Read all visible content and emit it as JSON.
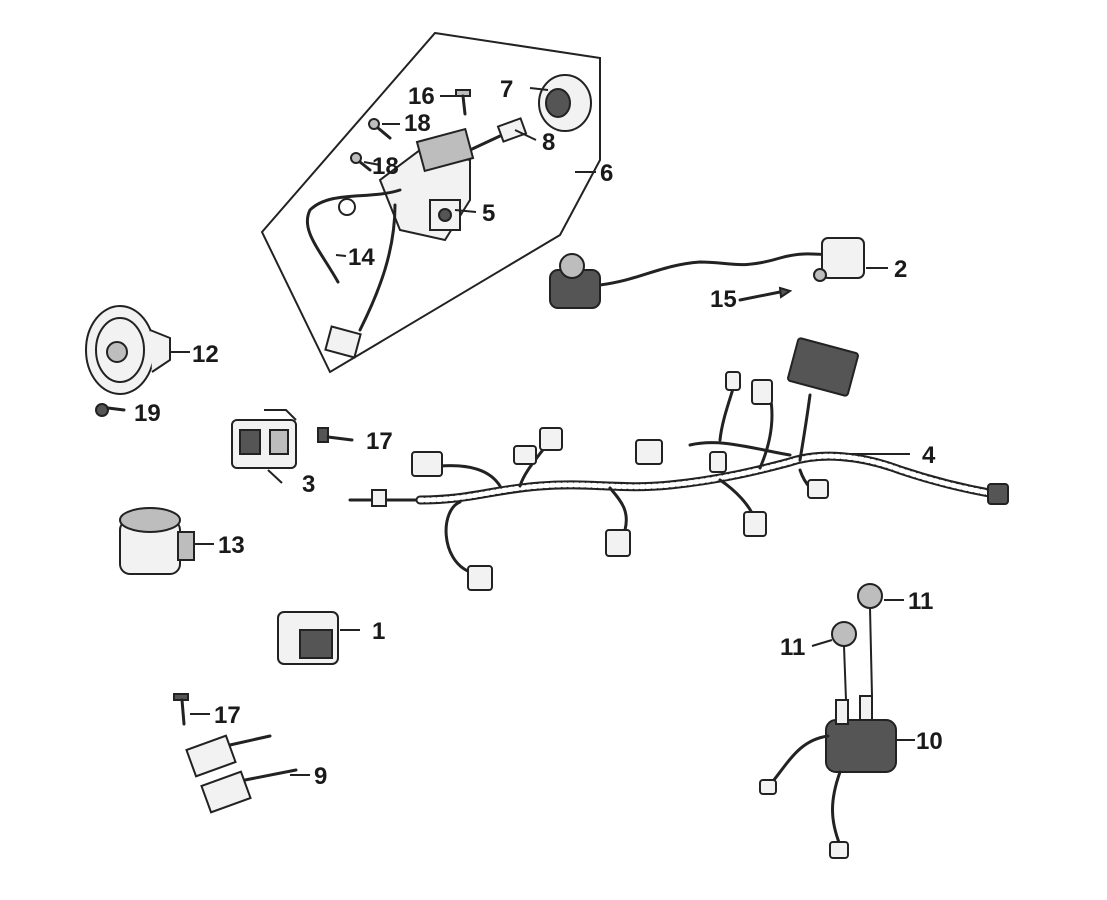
{
  "callouts": {
    "c1": "1",
    "c2": "2",
    "c3": "3",
    "c4": "4",
    "c5": "5",
    "c6": "6",
    "c7": "7",
    "c8": "8",
    "c9": "9",
    "c10": "10",
    "c11a": "11",
    "c11b": "11",
    "c12": "12",
    "c13": "13",
    "c14": "14",
    "c15": "15",
    "c16": "16",
    "c17a": "17",
    "c17b": "17",
    "c18a": "18",
    "c18b": "18",
    "c19": "19"
  }
}
